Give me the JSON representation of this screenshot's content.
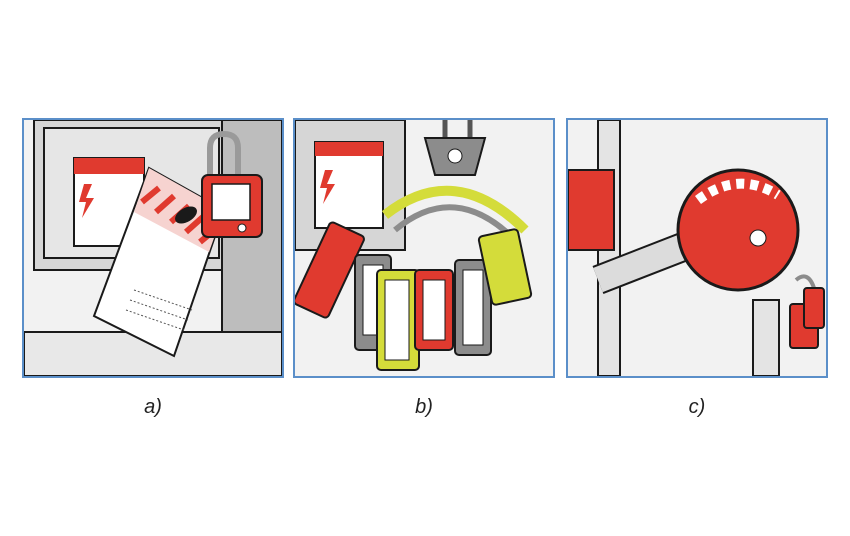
{
  "captions": [
    "a)",
    "b)",
    "c)"
  ],
  "colors": {
    "frame_border": "#5b8fc9",
    "lock_red": "#e03a2f",
    "lock_yellow": "#d4dc3a",
    "lock_gray": "#8c8c8c",
    "outline": "#1a1a1a"
  },
  "icons": [
    "warning-label-icon",
    "padlock-icon",
    "lockout-tag-icon",
    "lockout-hasp-icon",
    "valve-lockout-icon"
  ]
}
